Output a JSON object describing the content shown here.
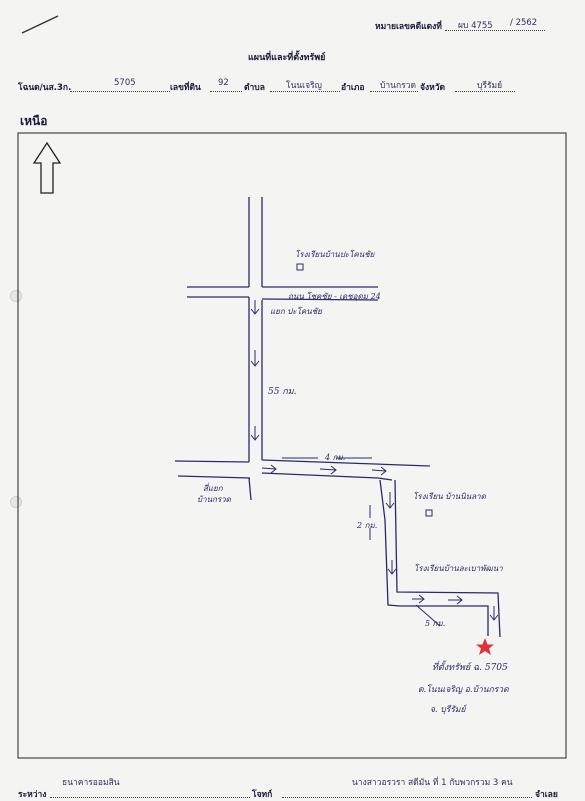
{
  "header": {
    "ref_label": "หมายเลขคดีแดงที่",
    "ref_number": "ผบ 4755",
    "ref_year": "/ 2562",
    "title": "แผนที่และที่ตั้งทรัพย์"
  },
  "deed_line": {
    "deed_label": "โฉนด/นส.3ก.",
    "deed_value": "5705",
    "land_no_label": "เลขที่ดิน",
    "land_no_value": "92",
    "subdistrict_label": "ตำบล",
    "subdistrict_value": "โนนเจริญ",
    "district_label": "อำเภอ",
    "district_value": "บ้านกรวด",
    "province_label": "จังหวัด",
    "province_value": "บุรีรัมย์"
  },
  "north_label": "เหนือ",
  "map_labels": {
    "school_top": "โรงเรียนบ้านปะโคนชัย",
    "road_label": "ถนน โชคชัย - เดชอุดม 24",
    "junction_top": "แยก ปะโคนชัย",
    "dist_55": "55 กม.",
    "dist_4": "4 กม.",
    "junction_left_1": "สี่แยก",
    "junction_left_2": "บ้านกรวด",
    "school_mid": "โรงเรียน บ้านนินลาด",
    "dist_2": "2 กม.",
    "school_low": "โรงเรียนบ้านละเบาพัฒนา",
    "dist_5": "5 กม.",
    "prop_1": "ที่ตั้งทรัพย์ ฉ. 5705",
    "prop_2": "ต.โนนเจริญ  อ.บ้านกรวด",
    "prop_3": "จ. บุรีรัมย์"
  },
  "footer": {
    "between_label": "ระหว่าง",
    "plaintiff": "ธนาคารออมสิน",
    "plaintiff_suffix": "โจทก์",
    "defendant": "นางสาวอรวรา  สดีมัน  ที่ 1 กับพวกรวม 3 คน",
    "defendant_suffix": "จำเลย"
  },
  "colors": {
    "ink": "#1a1a3a",
    "pen": "#2a2a6a",
    "star": "#e0303a"
  }
}
